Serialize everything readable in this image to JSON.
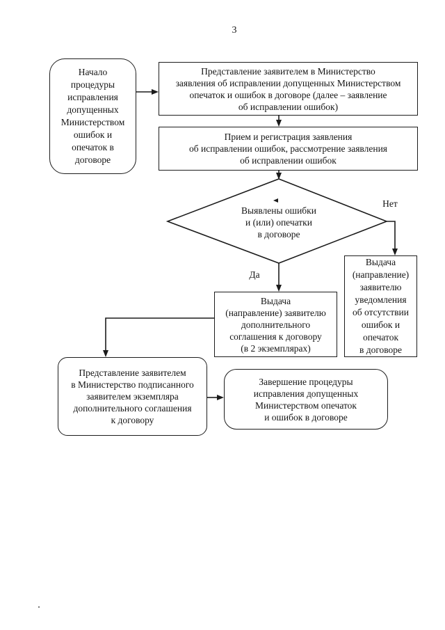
{
  "page": {
    "number": "3"
  },
  "labels": {
    "yes": "Да",
    "no": "Нет"
  },
  "colors": {
    "ink": "#1c1c1c",
    "paper": "#ffffff"
  },
  "nodes": {
    "start": {
      "shape": "rounded",
      "lines": [
        "Начало",
        "процедуры",
        "исправления",
        "допущенных",
        "Министерством",
        "ошибок и",
        "опечаток в",
        "договоре"
      ]
    },
    "submit_application": {
      "shape": "process",
      "lines": [
        "Представление заявителем в Министерство",
        "заявления об исправлении допущенных Министерством",
        "опечаток и ошибок в договоре (далее – заявление",
        "об исправлении ошибок)"
      ]
    },
    "registration": {
      "shape": "process",
      "lines": [
        "Прием и регистрация заявления",
        "об исправлении ошибок, рассмотрение заявления",
        "об исправлении ошибок"
      ]
    },
    "decision": {
      "shape": "diamond",
      "lines": [
        "Выявлены ошибки",
        "и (или) опечатки",
        "в договоре"
      ]
    },
    "issue_agreement": {
      "shape": "process",
      "lines": [
        "Выдача",
        "(направление) заявителю",
        "дополнительного",
        "соглашения к договору",
        "(в 2 экземплярах)"
      ]
    },
    "issue_notice": {
      "shape": "process",
      "lines": [
        "Выдача",
        "(направление)",
        "заявителю",
        "уведомления",
        "об отсутствии",
        "ошибок и",
        "опечаток",
        "в договоре"
      ]
    },
    "submit_signed": {
      "shape": "rounded",
      "lines": [
        "Представление заявителем",
        "в Министерство подписанного",
        "заявителем экземпляра",
        "дополнительного соглашения",
        "к договору"
      ]
    },
    "finish": {
      "shape": "rounded",
      "lines": [
        "Завершение процедуры",
        "исправления допущенных",
        "Министерством опечаток",
        "и ошибок в договоре"
      ]
    }
  }
}
